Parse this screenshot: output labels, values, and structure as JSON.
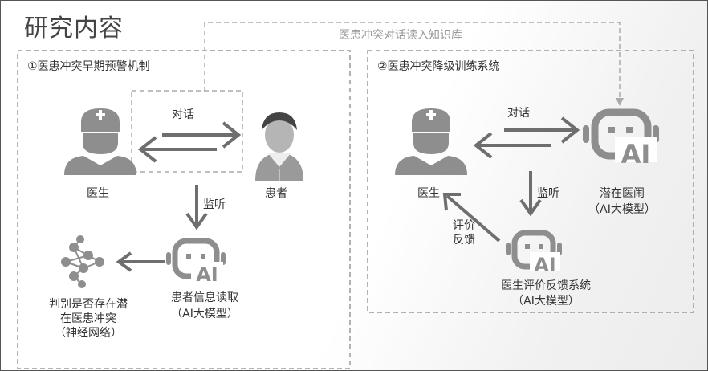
{
  "title": "研究内容",
  "top_flow_label": "医患冲突对话读入知识库",
  "section1": {
    "title": "①医患冲突早期预警机制",
    "dialog_label": "对话",
    "monitor_label": "监听",
    "doctor_label": "医生",
    "patient_label": "患者",
    "reader_label": "患者信息读取",
    "reader_sub": "（AI大模型）",
    "judge_line1": "判别是否存在潜",
    "judge_line2": "在医患冲突",
    "judge_line3": "（神经网络）"
  },
  "section2": {
    "title": "②医患冲突降级训练系统",
    "dialog_label": "对话",
    "monitor_label": "监听",
    "doctor_label": "医生",
    "patient_label": "潜在医闹",
    "patient_sub": "（AI大模型）",
    "feedback_line1": "评价",
    "feedback_line2": "反馈",
    "eval_label": "医生评价反馈系统",
    "eval_sub": "（AI大模型）"
  },
  "ai_icon_text": "AI",
  "colors": {
    "icon": "#8e8e8e",
    "arrow": "#6e6e6e",
    "dash": "#999999"
  }
}
